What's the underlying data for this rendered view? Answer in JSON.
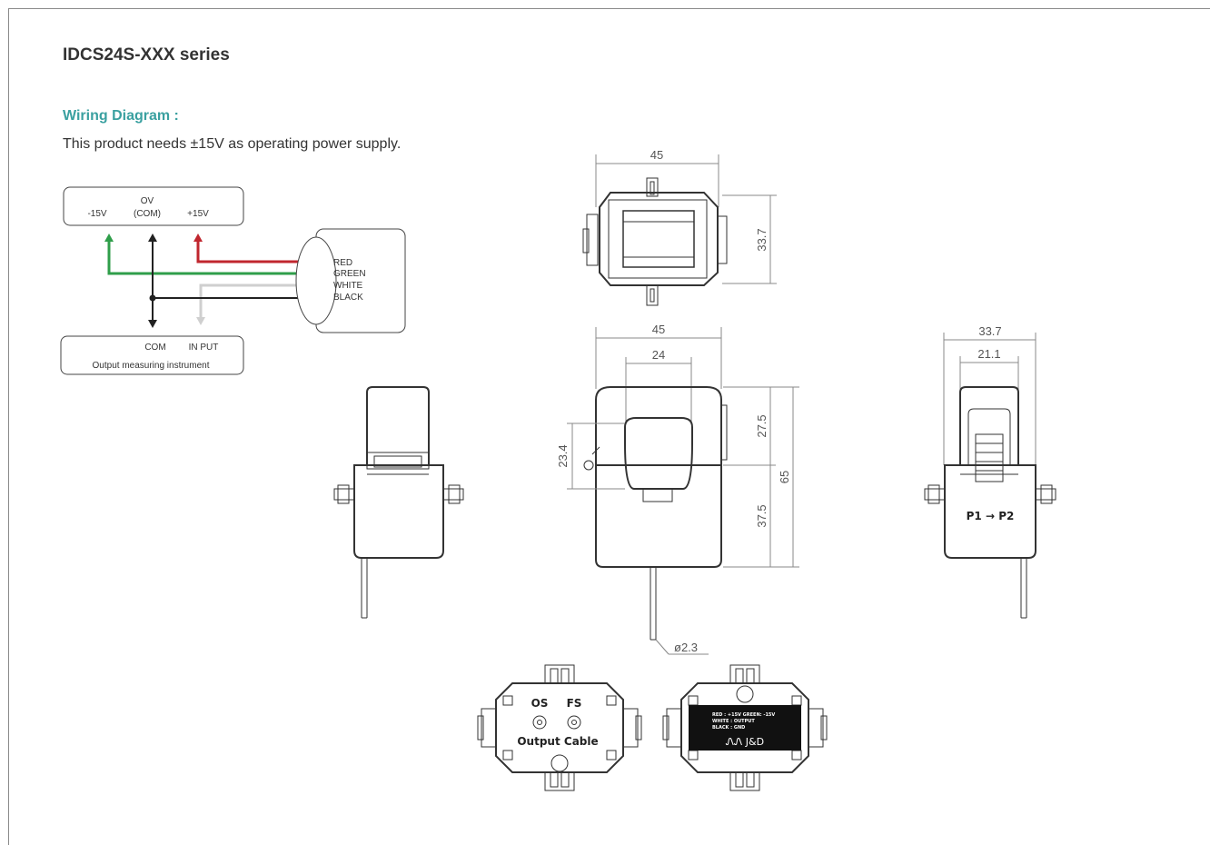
{
  "header": {
    "title": "IDCS24S-XXX series",
    "section_title": "Wiring Diagram :",
    "description": "This product needs ±15V as operating power supply."
  },
  "wiring": {
    "power_labels": {
      "neg": "-15V",
      "ov": "OV",
      "com": "(COM)",
      "pos": "+15V"
    },
    "wires": [
      {
        "name": "RED",
        "color": "#c0262e"
      },
      {
        "name": "GREEN",
        "color": "#2f9e4a"
      },
      {
        "name": "WHITE",
        "color": "#cfcfcf"
      },
      {
        "name": "BLACK",
        "color": "#222222"
      }
    ],
    "output_labels": {
      "com": "COM",
      "input": "IN PUT"
    },
    "output_caption": "Output measuring instrument"
  },
  "dimensions": {
    "top_width": "45",
    "top_height": "33.7",
    "front_width": "45",
    "front_inner": "24",
    "front_hole": "23.4",
    "front_upper": "27.5",
    "front_lower": "37.5",
    "front_total": "65",
    "side_width": "33.7",
    "side_inner": "21.1",
    "cable_diameter": "ø2.3"
  },
  "side_view": {
    "direction": "P1 → P2"
  },
  "bottom_left": {
    "os": "OS",
    "fs": "FS",
    "cable": "Output Cable"
  },
  "bottom_right": {
    "label_line1": "RED : +15V GREEN: -15V",
    "label_line2": "WHITE : OUTPUT",
    "label_line3": "BLACK : GND",
    "brand": "ᏁᏁ J&D"
  }
}
